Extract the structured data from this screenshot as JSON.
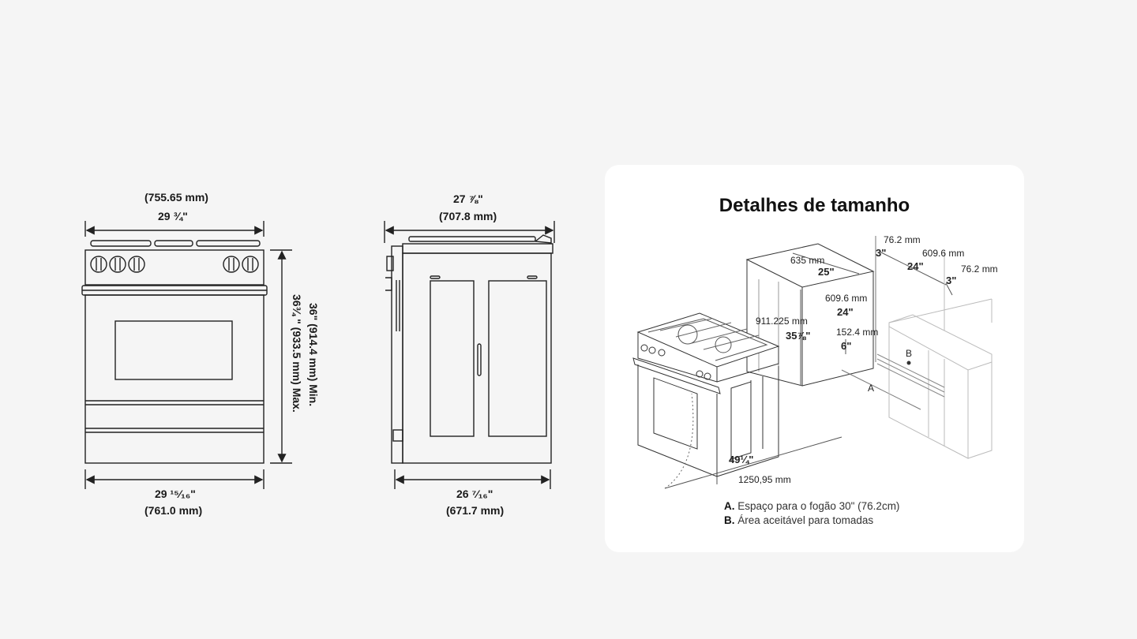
{
  "front_view": {
    "top_mm": "(755.65 mm)",
    "top_in": "29 ¾\"",
    "height_min": "36\" (914.4 mm) Min.",
    "height_max": "36¾ \" (933.5 mm) Max.",
    "bottom_in": "29 ¹⁵⁄₁₆\"",
    "bottom_mm": "(761.0 mm)"
  },
  "side_view": {
    "top_in": "27 ⅞\"",
    "top_mm": "(707.8 mm)",
    "bottom_in": "26 ⁷⁄₁₆\"",
    "bottom_mm": "(671.7 mm)"
  },
  "size_details": {
    "title": "Detalhes de tamanho",
    "labels": {
      "depth_mm": "635 mm",
      "depth_in": "25\"",
      "height_mm": "911.225 mm",
      "height_in": "35⅞\"",
      "top_left_mm": "76.2 mm",
      "top_left_in": "3\"",
      "width_mm": "609.6 mm",
      "width_in": "24\"",
      "right_mm": "76.2 mm",
      "right_in": "3\"",
      "side_width_mm": "609.6 mm",
      "side_width_in": "24\"",
      "outlet_mm": "152.4 mm",
      "outlet_in": "6\"",
      "marker_a": "A",
      "marker_b": "B",
      "door_in": "49¼\"",
      "door_mm": "1250,95 mm"
    },
    "legend": [
      {
        "key": "A.",
        "text": "Espaço para o fogão 30\" (76.2cm)"
      },
      {
        "key": "B.",
        "text": "Área aceitável para tomadas"
      }
    ]
  }
}
